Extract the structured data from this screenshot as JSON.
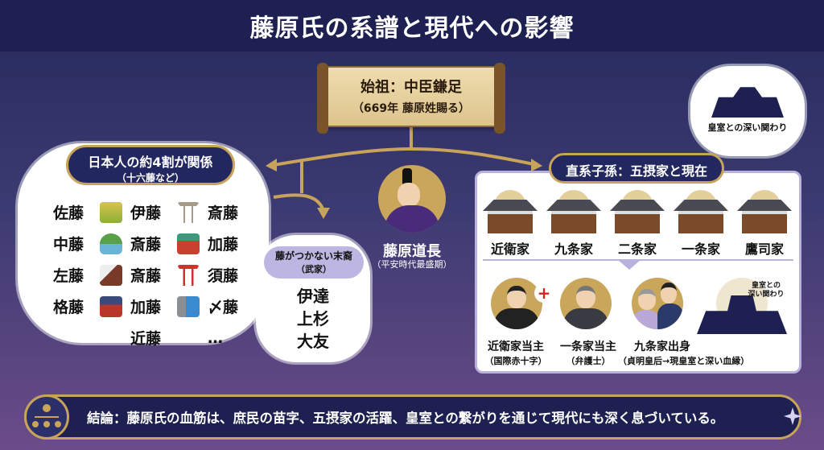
{
  "title": "藤原氏の系譜と現代への影響",
  "founder": {
    "title": "始祖：中臣鎌足",
    "subtitle": "（669年 藤原姓賜る）"
  },
  "surnames": {
    "label": "日本人の約4割が関係",
    "sublabel": "（十六藤など）",
    "names": [
      "佐藤",
      "伊藤",
      "斎藤",
      "中藤",
      "斎藤",
      "加藤",
      "左藤",
      "斎藤",
      "須藤",
      "格藤",
      "加藤",
      "〆藤",
      "近藤",
      "…"
    ],
    "icons": [
      "rice-icon",
      "torii-icon",
      "river-landscape-icon",
      "shrine-icon",
      "clog-icon",
      "red-torii-icon",
      "gate-icon",
      "dam-icon"
    ]
  },
  "branch_families": {
    "label": "藤がつかない末裔",
    "sublabel": "（武家）",
    "names": [
      "伊達",
      "上杉",
      "大友"
    ]
  },
  "michinaga": {
    "name": "藤原道長",
    "caption": "（平安時代最盛期）"
  },
  "thought_bubble": "皇室との深い関わり",
  "gosekke": {
    "label": "直系子孫：五摂家と現在",
    "houses": [
      "近衛家",
      "九条家",
      "二条家",
      "一条家",
      "鷹司家"
    ],
    "people": [
      {
        "title": "近衛家当主",
        "note": "（国際赤十字）"
      },
      {
        "title": "一条家当主",
        "note": "（弁護士）"
      },
      {
        "title": "九条家出身",
        "note": "（貞明皇后→現皇室と深い血縁）"
      }
    ],
    "palace_caption": [
      "皇室との",
      "深い関わり"
    ]
  },
  "conclusion": "結論：藤原氏の血筋は、庶民の苗字、五摂家の活躍、皇室との繋がりを通じて現代にも深く息づいている。",
  "colors": {
    "navy": "#1d2050",
    "gold": "#c8a45a",
    "lavender": "#b9b2dc"
  }
}
